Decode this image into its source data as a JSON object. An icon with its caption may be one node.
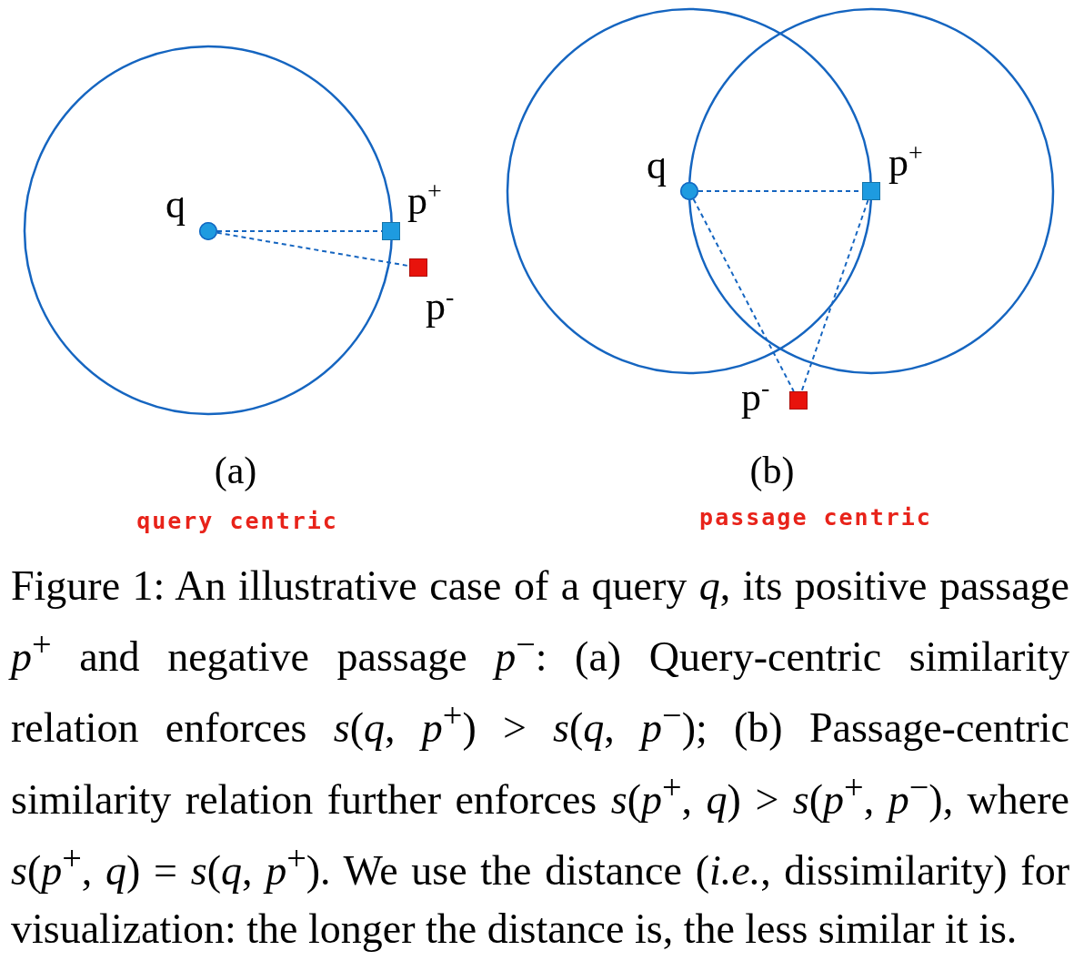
{
  "diagram": {
    "caption": "Figure 1: An illustrative case of a query *q*, its positive passage *p*$^{+}$ and negative passage *p*$^{−}$: (a) Query-centric similarity relation enforces *s*(*q*, *p*$^{+}$) > *s*(*q*, *p*$^{−}$); (b) Passage-centric similarity relation further enforces *s*(*p*$^{+}$, *q*) > *s*(*p*$^{+}$, *p*$^{−}$), where *s*(*p*$^{+}$, *q*) = *s*(*q*, *p*$^{+}$). We use the distance (*i.e.*, dissimilarity) for visualization: the longer the distance is, the less similar it is.",
    "nodes": [
      {
        "text": [],
        "shape": "circle",
        "beside": [
          "q"
        ]
      },
      {
        "text": [],
        "shape": "box",
        "beside": [
          "p$^{+}$"
        ]
      },
      {
        "text": [],
        "shape": "box",
        "beside": [
          "p$^{-}$"
        ]
      },
      {
        "text": [],
        "shape": "circle",
        "beside": [
          "q"
        ]
      },
      {
        "text": [],
        "shape": "box",
        "beside": [
          "p$^{+}$"
        ]
      },
      {
        "text": [],
        "shape": "box",
        "beside": [
          "p$^{-}$"
        ]
      }
    ],
    "edges": [
      {
        "from": 0,
        "to": 1,
        "arrow": "none",
        "style": "dashed"
      },
      {
        "from": 0,
        "to": 2,
        "arrow": "none",
        "style": "dashed"
      },
      {
        "from": 3,
        "to": 4,
        "arrow": "none",
        "style": "dashed"
      },
      {
        "from": 3,
        "to": 5,
        "arrow": "none",
        "style": "dashed"
      },
      {
        "from": 4,
        "to": 5,
        "arrow": "none",
        "style": "dashed"
      }
    ],
    "labels": [
      "(a)",
      "query centric",
      "(b)",
      "passage centric"
    ]
  }
}
